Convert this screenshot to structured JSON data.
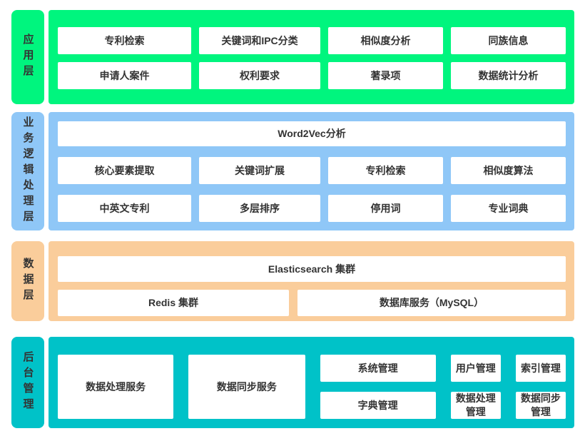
{
  "diagram": {
    "type": "system-architecture",
    "background": "#ffffff",
    "text_color": "#333333",
    "box_color": "#ffffff"
  },
  "layers": [
    {
      "label": "应用层",
      "color": "#00F57E",
      "rows": [
        [
          "专利检索",
          "关键词和IPC分类",
          "相似度分析",
          "同族信息"
        ],
        [
          "申请人案件",
          "权利要求",
          "著录项",
          "数据统计分析"
        ]
      ]
    },
    {
      "label": "业务逻辑处理层",
      "color": "#8FC7F7",
      "full_row": "Word2Vec分析",
      "rows": [
        [
          "核心要素提取",
          "关键词扩展",
          "专利检索",
          "相似度算法"
        ],
        [
          "中英文专利",
          "多层排序",
          "停用词",
          "专业词典"
        ]
      ]
    },
    {
      "label": "数据层",
      "color": "#FACD9B",
      "full_row": "Elasticsearch 集群",
      "rows": [
        [
          "Redis 集群",
          "数据库服务（MySQL）"
        ]
      ]
    },
    {
      "label": "后台管理",
      "color": "#00C2C8",
      "rows": [
        [
          "系统管理",
          "用户管理",
          "索引管理"
        ],
        [
          "字典管理",
          "数据处理管理",
          "数据同步管理"
        ]
      ],
      "tall_items": [
        "数据处理服务",
        "数据同步服务"
      ]
    }
  ]
}
